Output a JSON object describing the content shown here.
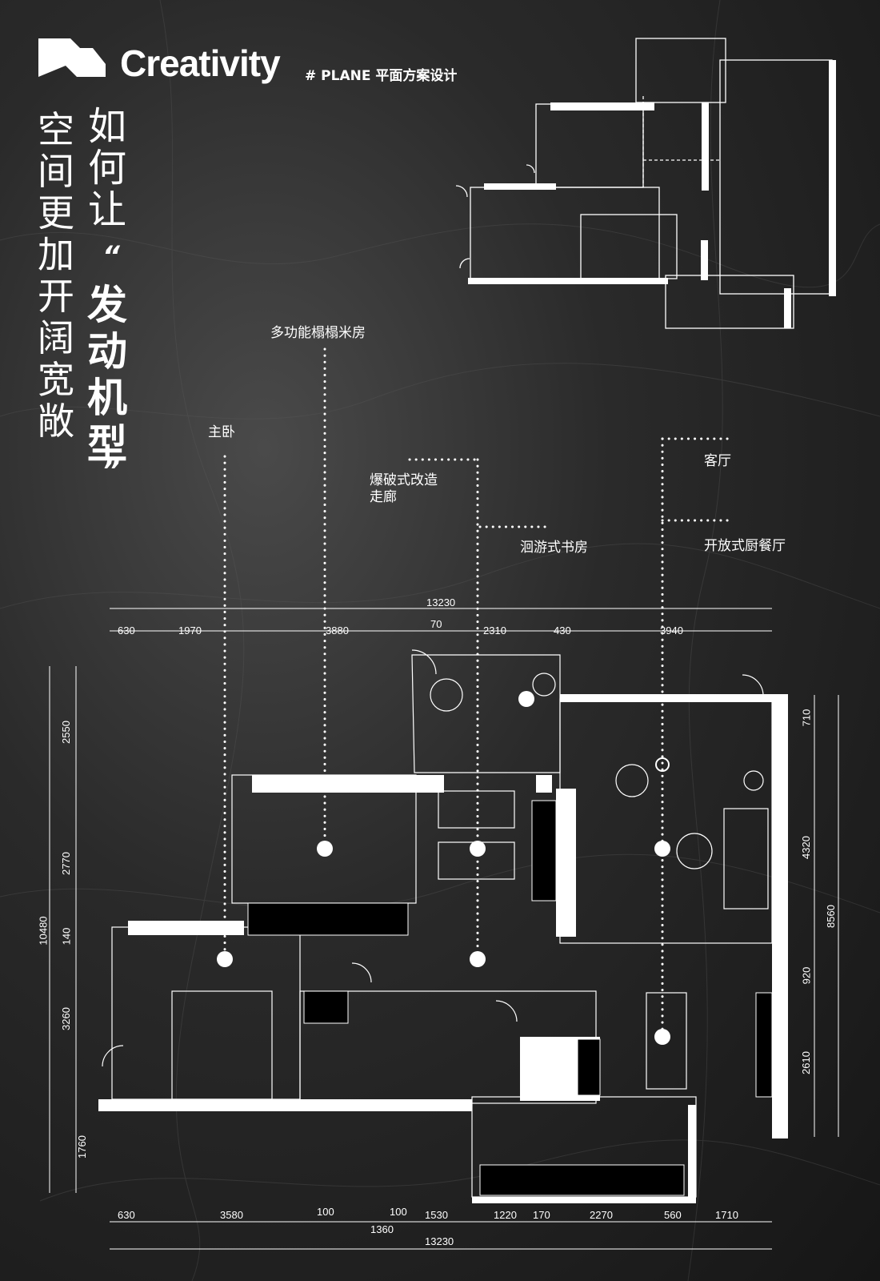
{
  "brand": {
    "name": "Creativity",
    "tagline": "# PLANE 平面方案设计"
  },
  "headline": {
    "column_right": "如何让",
    "column_bold": "发动机型",
    "column_left": "空间更加开阔宽敞",
    "quote_open": "“",
    "quote_close": "”"
  },
  "labels": {
    "tatami": "多功能榻榻米房",
    "master_bedroom": "主卧",
    "corridor_line1": "爆破式改造",
    "corridor_line2": "走廊",
    "living_room": "客厅",
    "study": "洄游式书房",
    "kitchen_dining": "开放式厨餐厅"
  },
  "dimensions": {
    "top_total": "13230",
    "top_segments": [
      "630",
      "1970",
      "3880",
      "70",
      "2310",
      "430",
      "3940"
    ],
    "bottom_segments": [
      "630",
      "3580",
      "100",
      "100",
      "1530",
      "1220",
      "170",
      "2270",
      "560",
      "1710"
    ],
    "bottom_extra": "1360",
    "bottom_total": "13230",
    "left_total": "10480",
    "left_segments": [
      "2550",
      "2770",
      "140",
      "3260",
      "1760"
    ],
    "right_segments": [
      "710",
      "4320",
      "920",
      "2610"
    ],
    "right_total": "8560"
  }
}
